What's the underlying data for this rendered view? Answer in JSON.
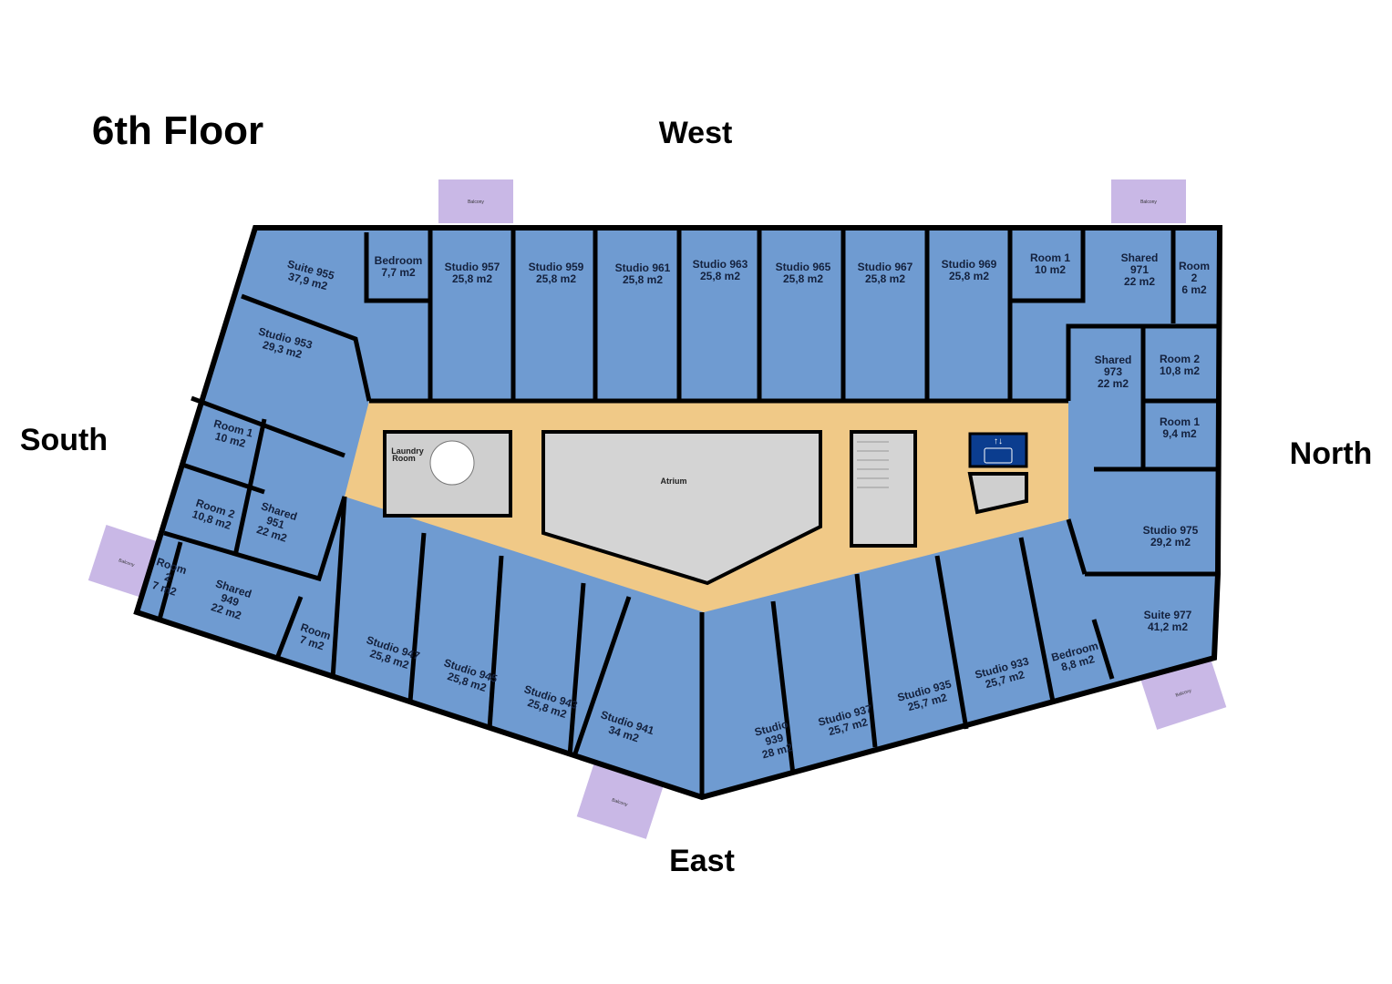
{
  "floor_title": "6th Floor",
  "directions": {
    "west": "West",
    "south": "South",
    "north": "North",
    "east": "East"
  },
  "colors": {
    "room": "#6f9bd1",
    "corridor": "#f0c987",
    "wall": "#000000",
    "service": "#a8a8a8",
    "balcony": "#c9b8e6",
    "elevator": "#0b3d8f"
  },
  "common": {
    "atrium": "Atrium",
    "laundry": [
      "Laundry",
      "Room"
    ],
    "elevator_icon": "elevator-icon",
    "stairs_icon": "stairs-icon"
  },
  "balcony_label": "Balcony",
  "rooms": [
    {
      "id": "suite-955",
      "lines": [
        "Suite 955",
        "37,9 m2"
      ]
    },
    {
      "id": "bedroom-955",
      "lines": [
        "Bedroom",
        "7,7 m2"
      ]
    },
    {
      "id": "studio-957",
      "lines": [
        "Studio 957",
        "25,8 m2"
      ]
    },
    {
      "id": "studio-959",
      "lines": [
        "Studio 959",
        "25,8 m2"
      ]
    },
    {
      "id": "studio-961",
      "lines": [
        "Studio 961",
        "25,8 m2"
      ]
    },
    {
      "id": "studio-963",
      "lines": [
        "Studio 963",
        "25,8 m2"
      ]
    },
    {
      "id": "studio-965",
      "lines": [
        "Studio 965",
        "25,8 m2"
      ]
    },
    {
      "id": "studio-967",
      "lines": [
        "Studio 967",
        "25,8 m2"
      ]
    },
    {
      "id": "studio-969",
      "lines": [
        "Studio 969",
        "25,8 m2"
      ]
    },
    {
      "id": "room1-971",
      "lines": [
        "Room 1",
        "10 m2"
      ]
    },
    {
      "id": "shared-971",
      "lines": [
        "Shared",
        "971",
        "22 m2"
      ]
    },
    {
      "id": "room2-971",
      "lines": [
        "Room",
        "2",
        "6 m2"
      ]
    },
    {
      "id": "shared-973",
      "lines": [
        "Shared",
        "973",
        "22 m2"
      ]
    },
    {
      "id": "room2-973",
      "lines": [
        "Room 2",
        "10,8 m2"
      ]
    },
    {
      "id": "room1-973",
      "lines": [
        "Room 1",
        "9,4 m2"
      ]
    },
    {
      "id": "studio-975",
      "lines": [
        "Studio 975",
        "29,2 m2"
      ]
    },
    {
      "id": "suite-977",
      "lines": [
        "Suite 977",
        "41,2 m2"
      ]
    },
    {
      "id": "bedroom-977",
      "lines": [
        "Bedroom",
        "8,8 m2"
      ]
    },
    {
      "id": "studio-933",
      "lines": [
        "Studio 933",
        "25,7 m2"
      ]
    },
    {
      "id": "studio-935",
      "lines": [
        "Studio 935",
        "25,7 m2"
      ]
    },
    {
      "id": "studio-937",
      "lines": [
        "Studio 937",
        "25,7 m2"
      ]
    },
    {
      "id": "studio-939",
      "lines": [
        "Studio",
        "939",
        "28 m2"
      ]
    },
    {
      "id": "studio-941",
      "lines": [
        "Studio 941",
        "34 m2"
      ]
    },
    {
      "id": "studio-943",
      "lines": [
        "Studio 943",
        "25,8 m2"
      ]
    },
    {
      "id": "studio-945",
      "lines": [
        "Studio 945",
        "25,8 m2"
      ]
    },
    {
      "id": "studio-947",
      "lines": [
        "Studio 947",
        "25,8 m2"
      ]
    },
    {
      "id": "room-949",
      "lines": [
        "Room",
        "7 m2"
      ]
    },
    {
      "id": "shared-949",
      "lines": [
        "Shared",
        "949",
        "22 m2"
      ]
    },
    {
      "id": "room2-949",
      "lines": [
        "Room",
        "2",
        "7 m2"
      ]
    },
    {
      "id": "room2-951",
      "lines": [
        "Room 2",
        "10,8 m2"
      ]
    },
    {
      "id": "shared-951",
      "lines": [
        "Shared",
        "951",
        "22 m2"
      ]
    },
    {
      "id": "room1-951",
      "lines": [
        "Room 1",
        "10 m2"
      ]
    },
    {
      "id": "studio-953",
      "lines": [
        "Studio 953",
        "29,3 m2"
      ]
    }
  ]
}
